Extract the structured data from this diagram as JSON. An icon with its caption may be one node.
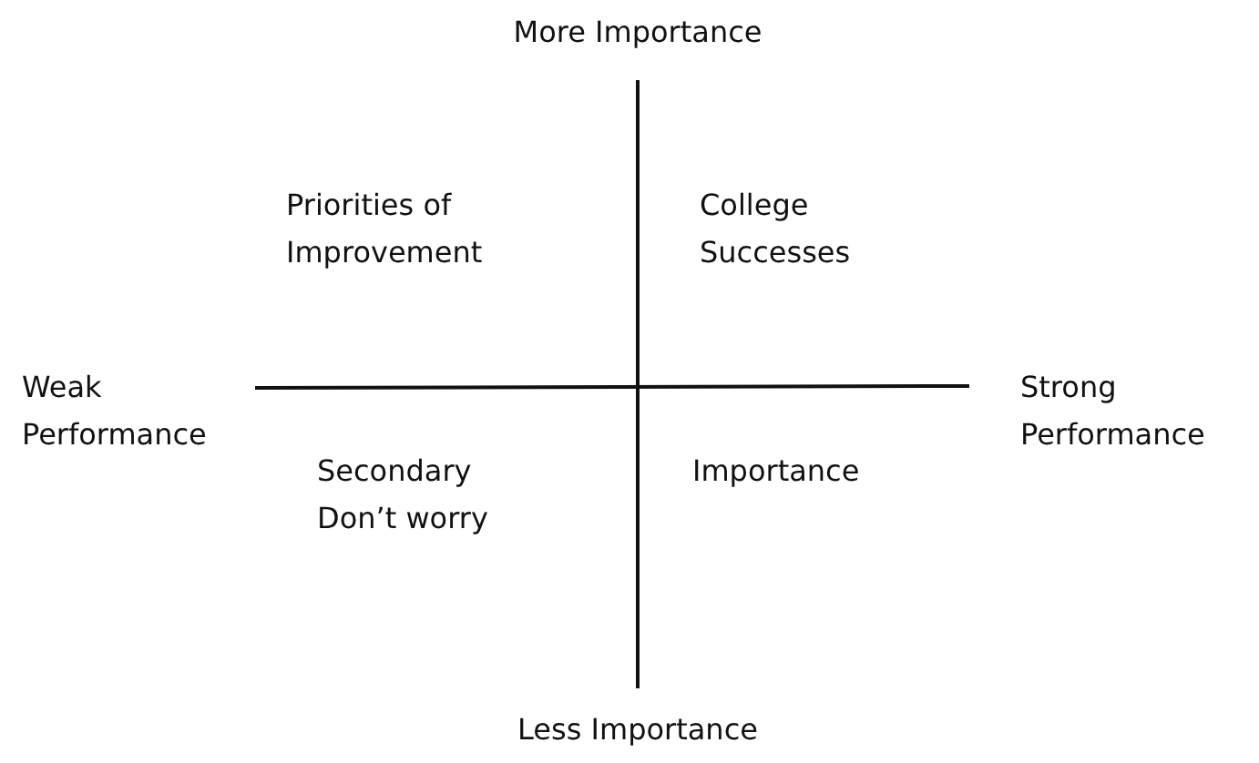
{
  "diagram": {
    "labels": [
      "More Importance",
      "Priorities of Improvement",
      "College Successes",
      "Weak Performance",
      "Strong Performance",
      "Secondary Don’t worry",
      "Importance",
      "Less Importance"
    ]
  }
}
